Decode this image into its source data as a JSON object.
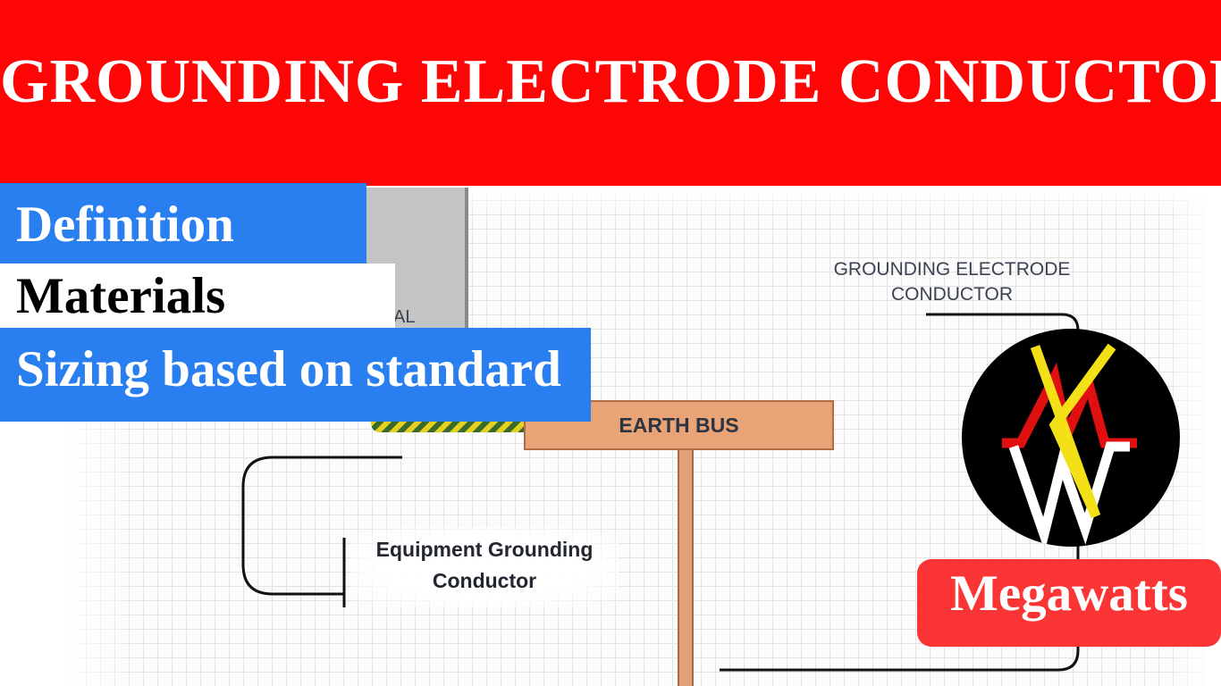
{
  "header": {
    "title": "GROUNDING ELECTRODE CONDUCTOR"
  },
  "menu": {
    "items": [
      {
        "label": "Definition"
      },
      {
        "label": "Materials"
      },
      {
        "label": "Sizing based on standard"
      }
    ]
  },
  "diagram": {
    "panel_label_fragment": "AL",
    "earth_bus_label": "EARTH BUS",
    "egc_label": "Equipment Grounding Conductor",
    "gec_label": "GROUNDING ELECTRODE CONDUCTOR"
  },
  "logo": {
    "badge_text": "Megawatts"
  },
  "colors": {
    "header_red": "#fe0606",
    "menu_blue": "#2a7ff0",
    "badge_red": "#fb3535",
    "earth_bus_copper": "#e8a377"
  }
}
